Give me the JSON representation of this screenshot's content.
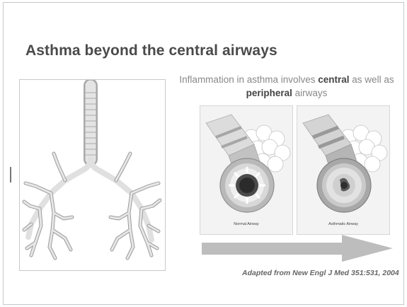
{
  "slide": {
    "title": "Asthma beyond the central airways",
    "subtitle": {
      "part1": "Inflammation in asthma involves ",
      "em1": "central",
      "part2": " as well as ",
      "em2": "peripheral",
      "part3": " airways"
    },
    "panels": [
      {
        "caption": "Normal Airway"
      },
      {
        "caption": "Asthmatic Airway"
      }
    ],
    "citation": "Adapted from New Engl J Med 351:531, 2004"
  },
  "colors": {
    "title": "#4a4a4a",
    "subtitle": "#888888",
    "subtitle_emphasis": "#444444",
    "arrow": "#bdbdbd",
    "panel_background": "#f3f3f3"
  },
  "icons": [
    "bronchial-tree-illustration",
    "normal-airway-illustration",
    "asthmatic-airway-illustration",
    "right-arrow-shape"
  ]
}
